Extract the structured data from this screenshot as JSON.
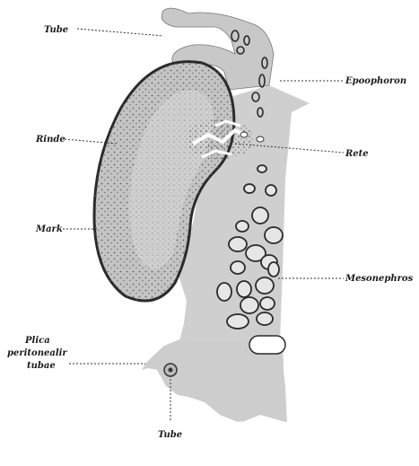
{
  "labels": {
    "tube_top": "Tube",
    "rinde": "Rinde",
    "mark": "Mark",
    "epoophoron": "Epoophoron",
    "rete": "Rete",
    "mesonephros": "Mesonephros",
    "plica_line1": "Plica",
    "plica_line2": "peritonealir",
    "plica_line3": "tubae",
    "tube_bottom": "Tube"
  },
  "colors": {
    "tissue": "#c9c9c9",
    "tissue_light": "#d8d8d8",
    "outline": "#2a2a2a",
    "stipple": "#555555"
  }
}
